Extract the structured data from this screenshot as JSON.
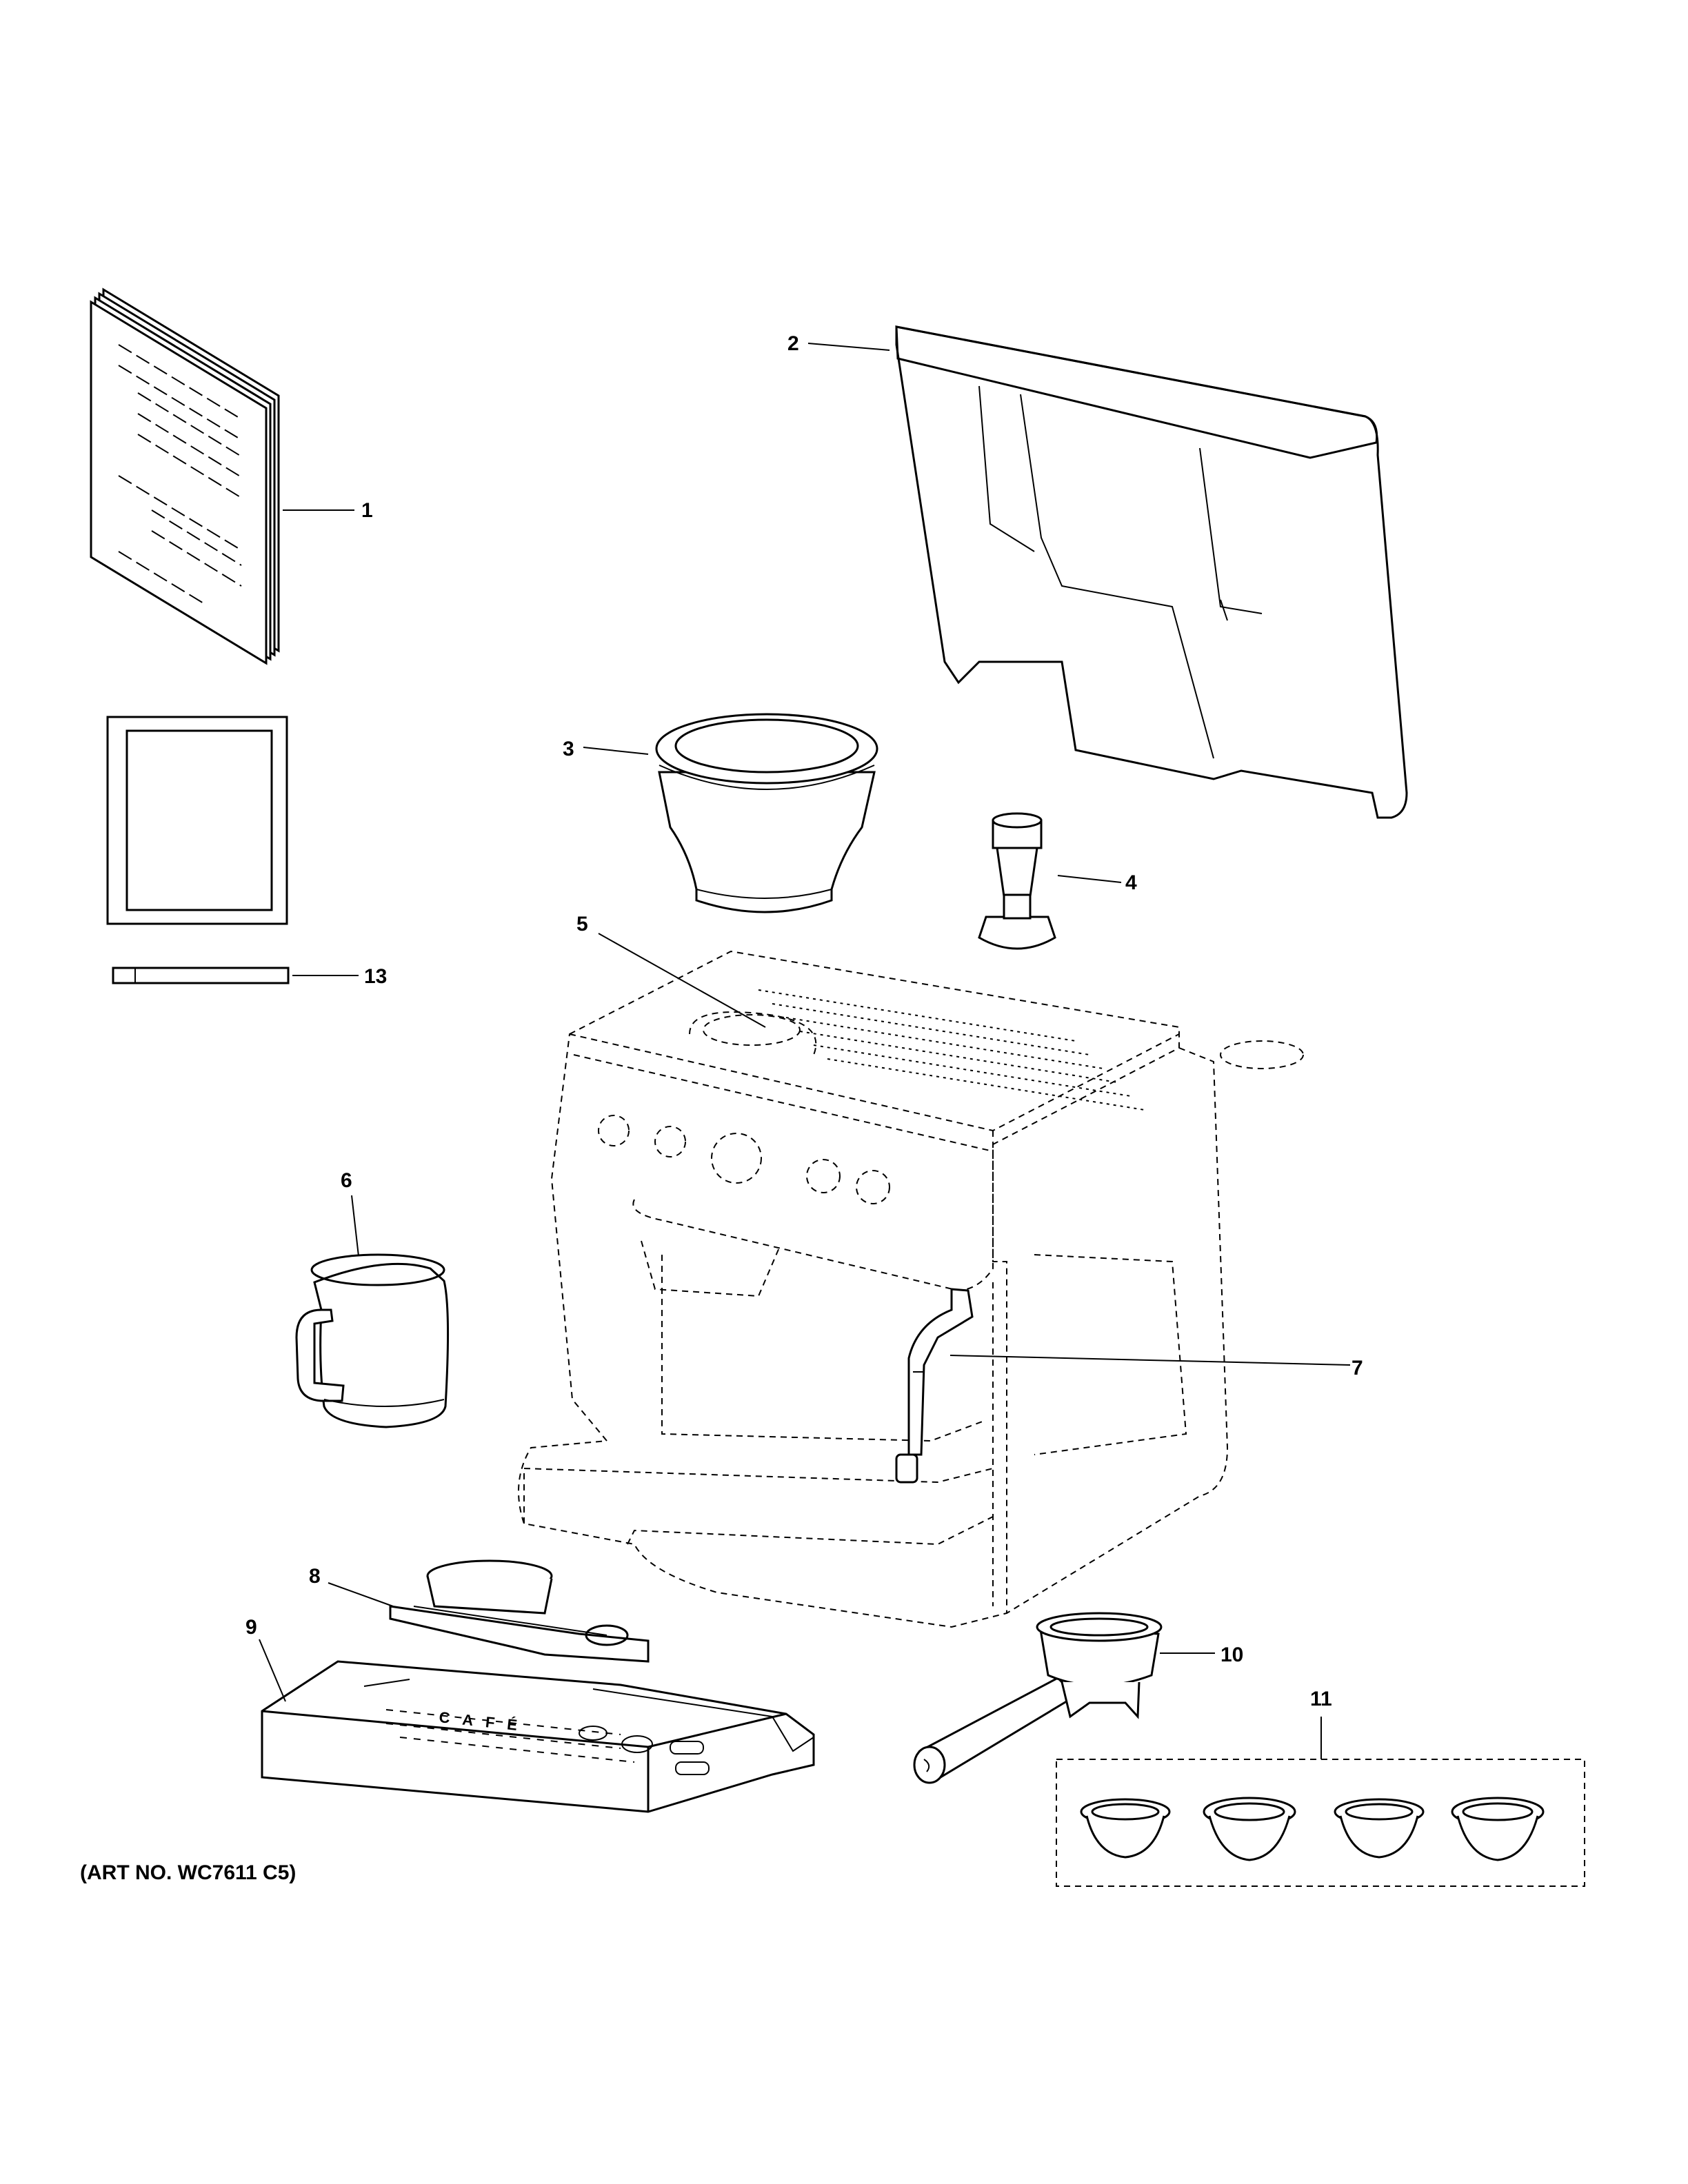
{
  "title": "",
  "callouts": {
    "c1": "1",
    "c2": "2",
    "c3": "3",
    "c4": "4",
    "c5": "5",
    "c6": "6",
    "c7": "7",
    "c8": "8",
    "c9": "9",
    "c10": "10",
    "c11": "11",
    "c13": "13"
  },
  "drip_tray_brand": "CAFÉ",
  "art_number": "(ART NO. WC7611 C5)",
  "colors": {
    "line": "#000000",
    "background": "#ffffff"
  }
}
